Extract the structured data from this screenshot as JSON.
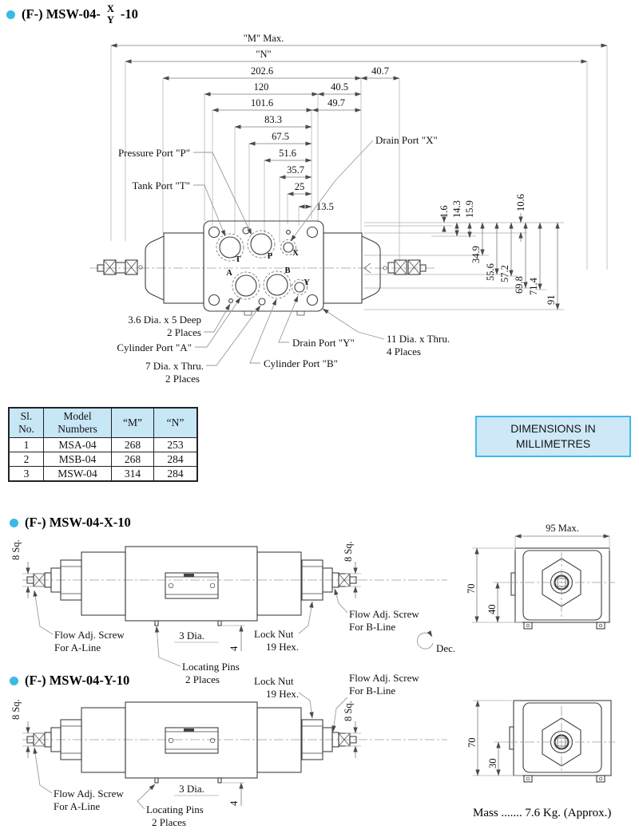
{
  "titles": {
    "s1_prefix": "(F-) MSW-04-",
    "s1_top": "X",
    "s1_bottom": "Y",
    "s1_suffix": "-10",
    "s2": "(F-) MSW-04-X-10",
    "s3": "(F-) MSW-04-Y-10"
  },
  "top": {
    "h": {
      "m": "\"M\" Max.",
      "n": "\"N\"",
      "d2026": "202.6",
      "d407": "40.7",
      "d120": "120",
      "d405": "40.5",
      "d1016": "101.6",
      "d497": "49.7",
      "d833": "83.3",
      "d675": "67.5",
      "d516": "51.6",
      "d357": "35.7",
      "d25": "25",
      "d135": "13.5"
    },
    "v": {
      "d16": "1.6",
      "d143": "14.3",
      "d159": "15.9",
      "d106": "10.6",
      "d349": "34.9",
      "d556": "55.6",
      "d572": "57.2",
      "d698": "69.8",
      "d714": "71.4",
      "d91": "91"
    },
    "ports": {
      "pressure": "Pressure Port \"P\"",
      "tank": "Tank Port \"T\"",
      "drainx": "Drain Port \"X\"",
      "drainy": "Drain Port \"Y\"",
      "cyla": "Cylinder Port \"A\"",
      "cylb": "Cylinder Port \"B\""
    },
    "letters": {
      "t": "T",
      "p": "P",
      "x": "X",
      "a": "A",
      "b": "B",
      "y": "Y"
    },
    "notes": {
      "n36a": "3.6 Dia. x 5 Deep",
      "n36b": "2 Places",
      "n7a": "7 Dia. x Thru.",
      "n7b": "2 Places",
      "n11a": "11 Dia. x Thru.",
      "n11b": "4 Places"
    }
  },
  "table": {
    "h_sl1": "Sl.",
    "h_sl2": "No.",
    "h_model1": "Model",
    "h_model2": "Numbers",
    "h_m": "“M”",
    "h_n": "“N”",
    "rows": [
      [
        "1",
        "MSA-04",
        "268",
        "253"
      ],
      [
        "2",
        "MSB-04",
        "268",
        "284"
      ],
      [
        "3",
        "MSW-04",
        "314",
        "284"
      ]
    ]
  },
  "note": {
    "l1": "DIMENSIONS IN",
    "l2": "MILLIMETRES"
  },
  "side": {
    "sq8": "8 Sq.",
    "flow": "Flow Adj. Screw",
    "for_a": "For A-Line",
    "for_b": "For B-Line",
    "dia3": "3 Dia.",
    "pins1": "Locating Pins",
    "pins2": "2 Places",
    "lock1": "Lock Nut",
    "lock2": "19 Hex.",
    "four": "4"
  },
  "end": {
    "d95": "95 Max.",
    "d70": "70",
    "d40": "40",
    "d30": "30"
  },
  "misc": {
    "dec": "Dec.",
    "mass": "Mass ....... 7.6 Kg. (Approx.)"
  }
}
